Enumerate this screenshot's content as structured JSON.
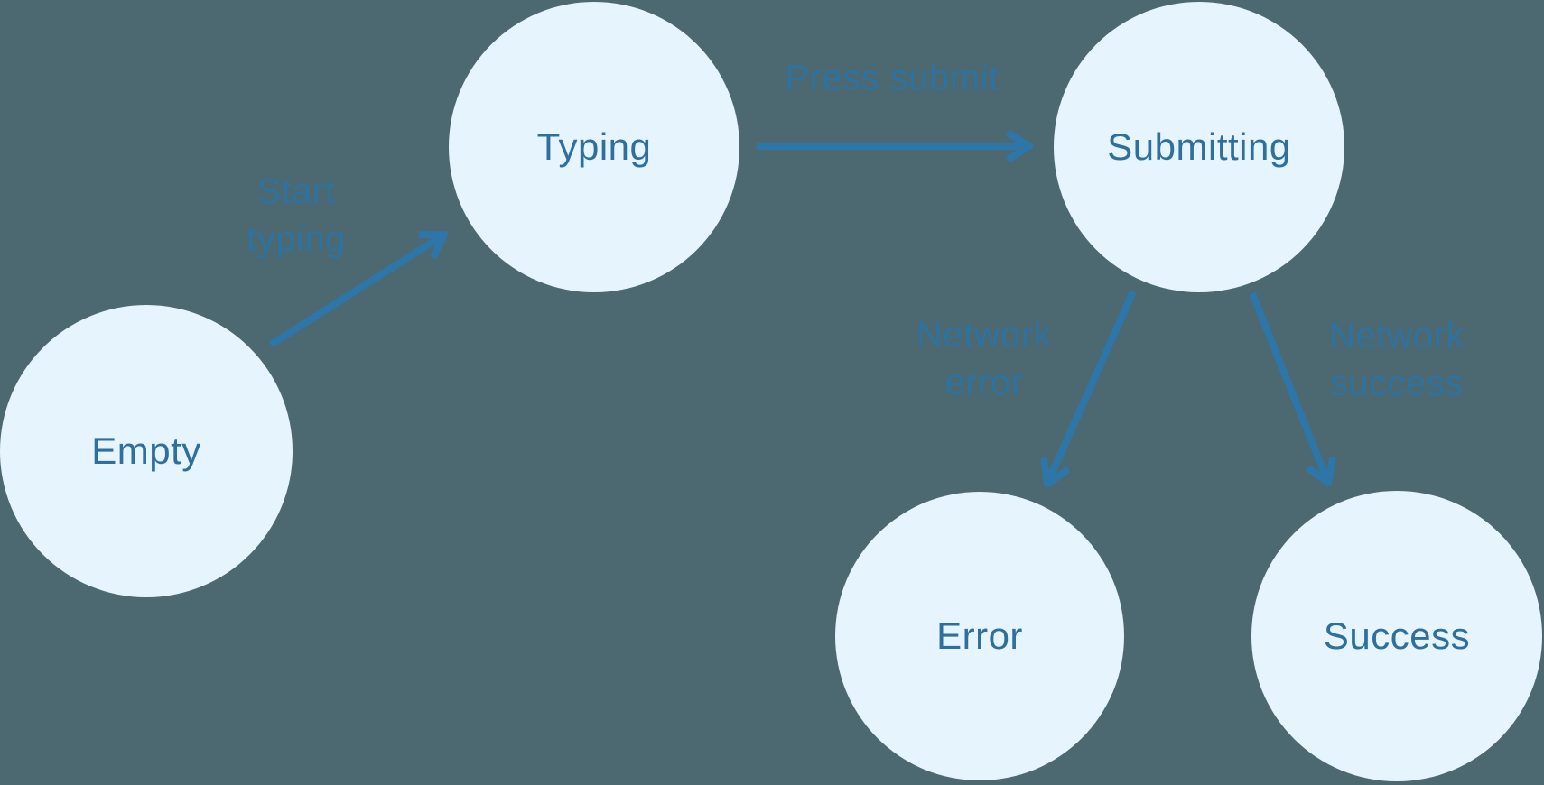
{
  "diagram": {
    "type": "state-machine",
    "states": [
      {
        "id": "empty",
        "label": "Empty"
      },
      {
        "id": "typing",
        "label": "Typing"
      },
      {
        "id": "submitting",
        "label": "Submitting"
      },
      {
        "id": "error",
        "label": "Error"
      },
      {
        "id": "success",
        "label": "Success"
      }
    ],
    "transitions": [
      {
        "from": "empty",
        "to": "typing",
        "label": "Start\ntyping"
      },
      {
        "from": "typing",
        "to": "submitting",
        "label": "Press submit"
      },
      {
        "from": "submitting",
        "to": "error",
        "label": "Network\nerror"
      },
      {
        "from": "submitting",
        "to": "success",
        "label": "Network\nsuccess"
      }
    ],
    "colors": {
      "background": "#4c6870",
      "node_fill": "#e5f4fd",
      "node_text": "#2e6f9e",
      "edge_label_text": "#2d73a2",
      "arrow": "#2e76a8"
    }
  }
}
